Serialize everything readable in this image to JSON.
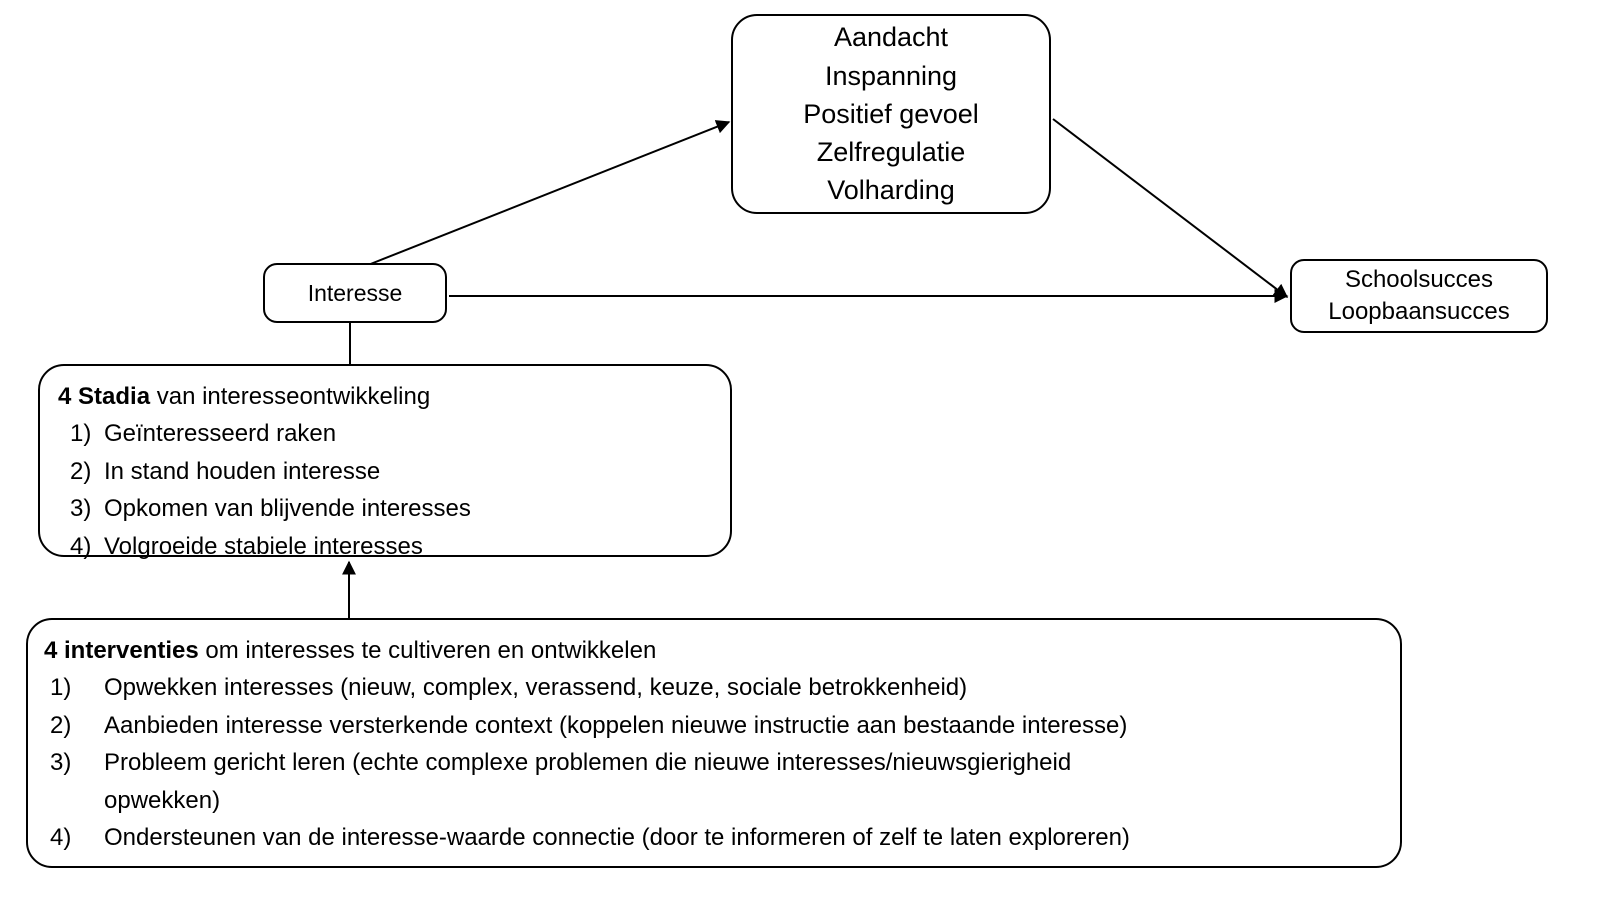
{
  "diagram": {
    "title": "Interesse-ontwikkelingsmodel",
    "stroke_color": "#000000",
    "background_color": "#ffffff"
  },
  "nodes": {
    "outcomes": {
      "name": "Aandacht / Inspanning / Positief gevoel / Zelfregulatie / Volharding",
      "lines": [
        "Aandacht",
        "Inspanning",
        "Positief gevoel",
        "Zelfregulatie",
        "Volharding"
      ]
    },
    "interesse": {
      "label": "Interesse"
    },
    "success": {
      "lines": [
        "Schoolsucces",
        "Loopbaansucces"
      ]
    },
    "stadia": {
      "title_bold": "4 Stadia",
      "title_rest": " van interesseontwikkeling",
      "items": [
        {
          "num": "1)",
          "text": "Geïnteresseerd raken"
        },
        {
          "num": "2)",
          "text": "In stand houden interesse"
        },
        {
          "num": "3)",
          "text": "Opkomen van blijvende interesses"
        },
        {
          "num": "4)",
          "text": "Volgroeide stabiele interesses"
        }
      ]
    },
    "interventies": {
      "title_bold": "4 interventies",
      "title_rest": " om interesses te cultiveren en ontwikkelen",
      "items": [
        {
          "num": "1)",
          "text": "Opwekken interesses (nieuw, complex, verassend, keuze, sociale betrokkenheid)",
          "text_line2": ""
        },
        {
          "num": "2)",
          "text": "Aanbieden interesse versterkende context (koppelen nieuwe instructie aan bestaande interesse)",
          "text_line2": ""
        },
        {
          "num": "3)",
          "text": "Probleem gericht leren (echte complexe problemen die nieuwe interesses/nieuwsgierigheid",
          "text_line2": "opwekken)"
        },
        {
          "num": "4)",
          "text": "Ondersteunen van de interesse-waarde connectie (door te informeren of zelf te laten exploreren)",
          "text_line2": ""
        }
      ]
    }
  },
  "edges": [
    {
      "id": "interesse-to-outcomes",
      "from": "interesse",
      "to": "outcomes",
      "arrowhead": true
    },
    {
      "id": "outcomes-to-success",
      "from": "outcomes",
      "to": "success",
      "arrowhead": true
    },
    {
      "id": "interesse-to-success",
      "from": "interesse",
      "to": "success",
      "arrowhead": true
    },
    {
      "id": "interesse-to-stadia",
      "from": "interesse",
      "to": "stadia",
      "arrowhead": false
    },
    {
      "id": "interventies-to-stadia",
      "from": "interventies",
      "to": "stadia",
      "arrowhead": true
    }
  ]
}
